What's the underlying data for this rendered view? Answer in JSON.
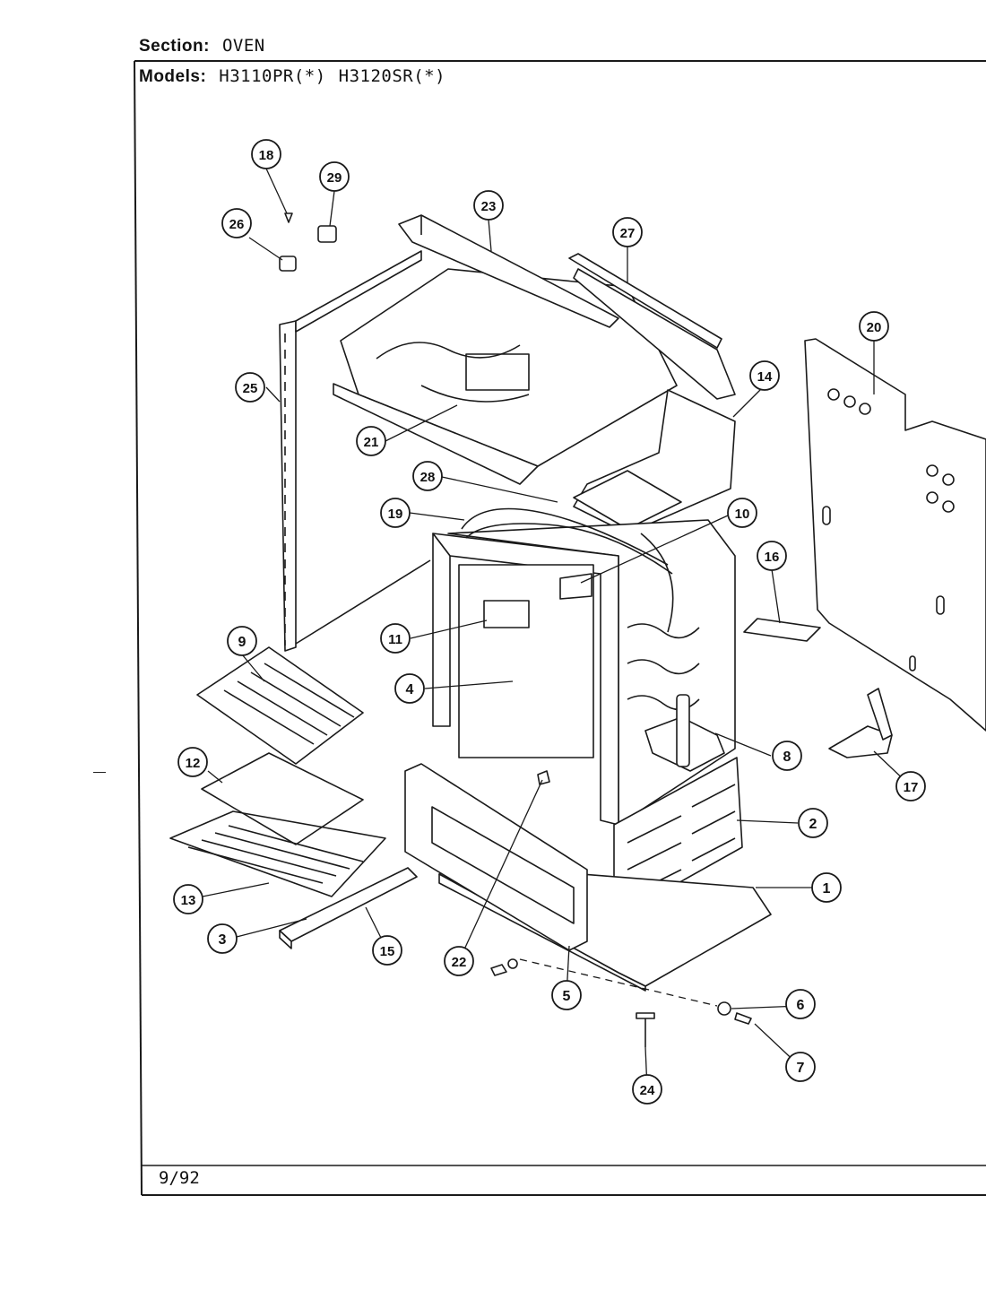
{
  "header": {
    "section_label": "Section:",
    "section_value": "OVEN",
    "models_label": "Models:",
    "model_1": "H3110PR(*)",
    "model_2": "H3120SR(*)"
  },
  "footer": {
    "date": "9/92"
  },
  "callouts": [
    "1",
    "2",
    "3",
    "4",
    "5",
    "6",
    "7",
    "8",
    "9",
    "10",
    "11",
    "12",
    "13",
    "14",
    "15",
    "16",
    "17",
    "18",
    "19",
    "20",
    "21",
    "22",
    "23",
    "24",
    "25",
    "26",
    "27",
    "28",
    "29"
  ],
  "colors": {
    "line": "#1a1a1a",
    "background": "#ffffff"
  }
}
